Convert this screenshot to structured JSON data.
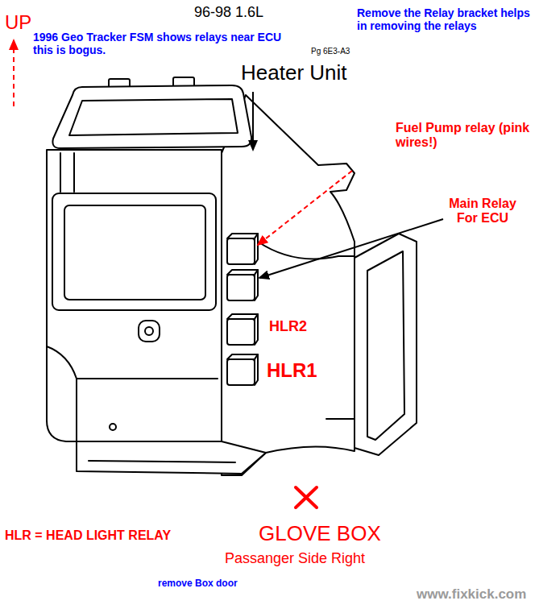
{
  "diagram": {
    "title": "96-98 1.6L",
    "labels": [
      "UP",
      "1996 Geo Tracker FSM shows relays near ECU this is bogus.",
      "Pg 6E3-A3",
      "Remove the Relay bracket helps in removing the relays",
      "Heater Unit",
      "Fuel Pump relay (pink wires!)",
      "Main Relay For ECU",
      "HLR2",
      "HLR1",
      "GLOVE BOX",
      "Passanger Side Right",
      "HLR = HEAD LIGHT RELAY",
      "remove Box door",
      "www.fixkick.com"
    ]
  }
}
